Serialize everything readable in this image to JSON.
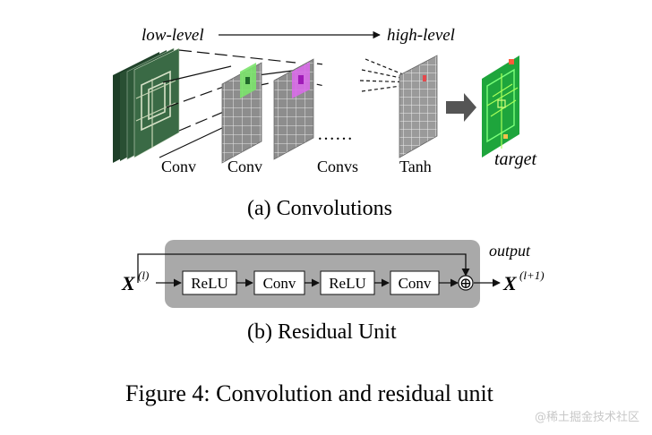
{
  "conv_panel": {
    "low_label": "low-level",
    "high_label": "high-level",
    "layer_labels": [
      "Conv",
      "Conv",
      "Convs",
      "Tanh"
    ],
    "ellipsis": "……",
    "target_label": "target",
    "caption": "(a)  Convolutions"
  },
  "residual_panel": {
    "input_main": "X",
    "input_sup": "(l)",
    "output_main": "X",
    "output_sup": "(l+1)",
    "output_label": "output",
    "blocks": [
      "ReLU",
      "Conv",
      "ReLU",
      "Conv"
    ],
    "sum_symbol": "⊕",
    "caption": "(b)  Residual Unit"
  },
  "figure_caption": "Figure 4: Convolution and residual unit",
  "watermark": "@稀土掘金技术社区",
  "colors": {
    "input_map_green": "#2e5a3a",
    "target_green": "#1ea53c",
    "conv_patch_green": "#7be36b",
    "conv_patch_magenta": "#d86ce8",
    "tanh_dot_red": "#e5474b",
    "residual_box_gray": "#a9a9a9",
    "arrow_gray": "#555555"
  }
}
